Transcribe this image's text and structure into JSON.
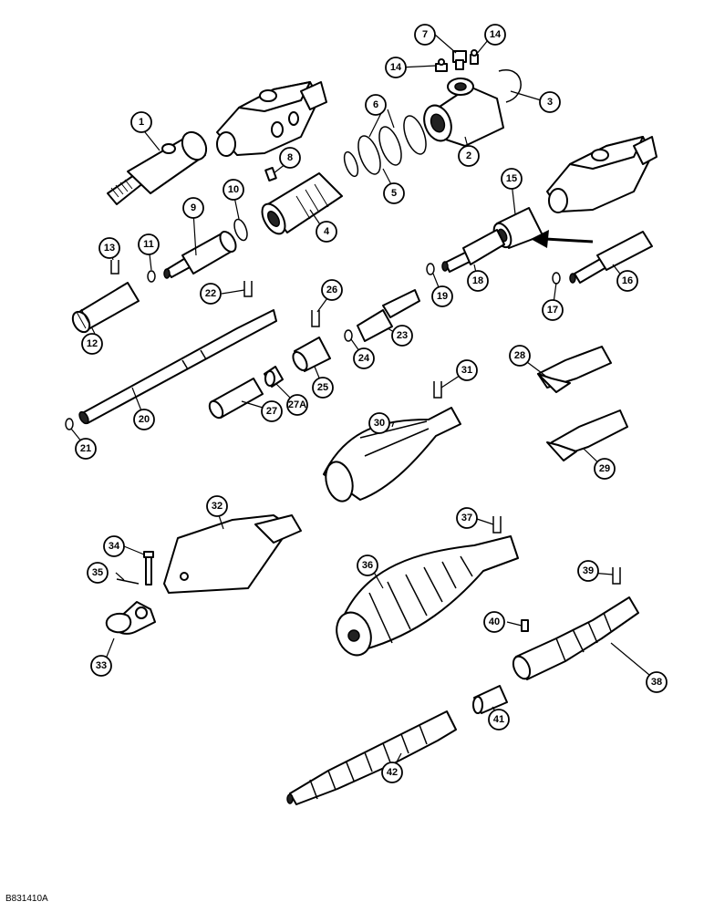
{
  "drawing_code": "B831410A",
  "callouts": [
    "1",
    "2",
    "3",
    "4",
    "5",
    "6",
    "7",
    "8",
    "9",
    "10",
    "11",
    "12",
    "13",
    "14",
    "14",
    "15",
    "16",
    "17",
    "18",
    "19",
    "20",
    "21",
    "22",
    "23",
    "24",
    "25",
    "26",
    "27",
    "27A",
    "28",
    "29",
    "30",
    "31",
    "32",
    "33",
    "34",
    "35",
    "36",
    "37",
    "38",
    "39",
    "40",
    "41",
    "42"
  ]
}
